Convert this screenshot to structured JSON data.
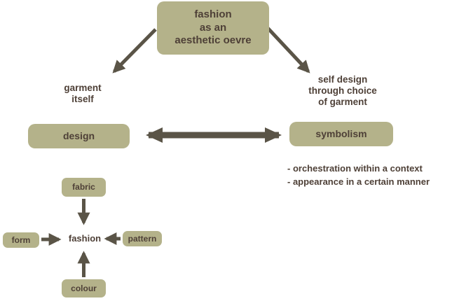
{
  "colors": {
    "box_fill": "#b4b28a",
    "text_dark": "#4e4037",
    "arrow": "#5a5447",
    "background": "#ffffff"
  },
  "top_box": {
    "label": "fashion\nas an\naesthetic oevre"
  },
  "left_branch": {
    "annotation": "garment\nitself",
    "box_label": "design"
  },
  "right_branch": {
    "annotation": "self design\nthrough choice\nof garment",
    "box_label": "symbolism",
    "notes": [
      "- orchestration within a context",
      "- appearance in a certain manner"
    ]
  },
  "fashion_cluster": {
    "center_label": "fashion",
    "top_box": "fabric",
    "left_box": "form",
    "right_box": "pattern",
    "bottom_box": "colour"
  }
}
